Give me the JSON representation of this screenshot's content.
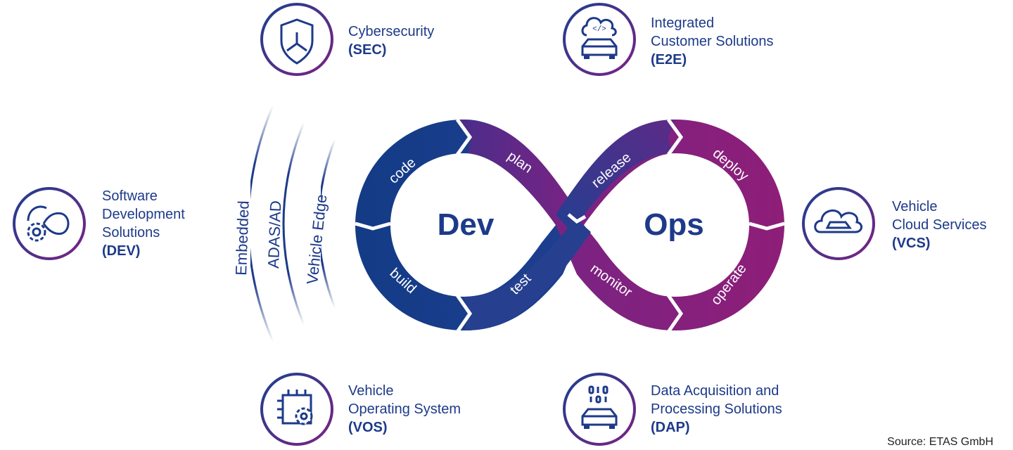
{
  "center": {
    "dev": "Dev",
    "ops": "Ops"
  },
  "segments": {
    "code": "code",
    "plan": "plan",
    "build": "build",
    "test": "test",
    "release": "release",
    "deploy": "deploy",
    "monitor": "monitor",
    "operate": "operate"
  },
  "arcs": {
    "embedded": "Embedded",
    "adas": "ADAS/AD",
    "edge": "Vehicle Edge"
  },
  "items": {
    "sec": {
      "line1": "Cybersecurity",
      "abbr": "(SEC)",
      "icon": "shield-icon"
    },
    "e2e": {
      "line1": "Integrated",
      "line2": "Customer Solutions",
      "abbr": "(E2E)",
      "icon": "cloud-code-car-icon"
    },
    "dev": {
      "line1": "Software",
      "line2": "Development",
      "line3": "Solutions",
      "abbr": "(DEV)",
      "icon": "infinity-gear-icon"
    },
    "vcs": {
      "line1": "Vehicle",
      "line2": "Cloud Services",
      "abbr": "(VCS)",
      "icon": "cloud-car-icon"
    },
    "vos": {
      "line1": "Vehicle",
      "line2": "Operating System",
      "abbr": "(VOS)",
      "icon": "chip-gear-icon"
    },
    "dap": {
      "line1": "Data Acquisition and",
      "line2": "Processing Solutions",
      "abbr": "(DAP)",
      "icon": "binary-car-icon"
    }
  },
  "source": "Source: ETAS GmbH",
  "colors": {
    "navy": "#1d3a8a",
    "blue": "#1f3f8f",
    "purple": "#8a1f7a",
    "violet": "#5a2a8a"
  }
}
